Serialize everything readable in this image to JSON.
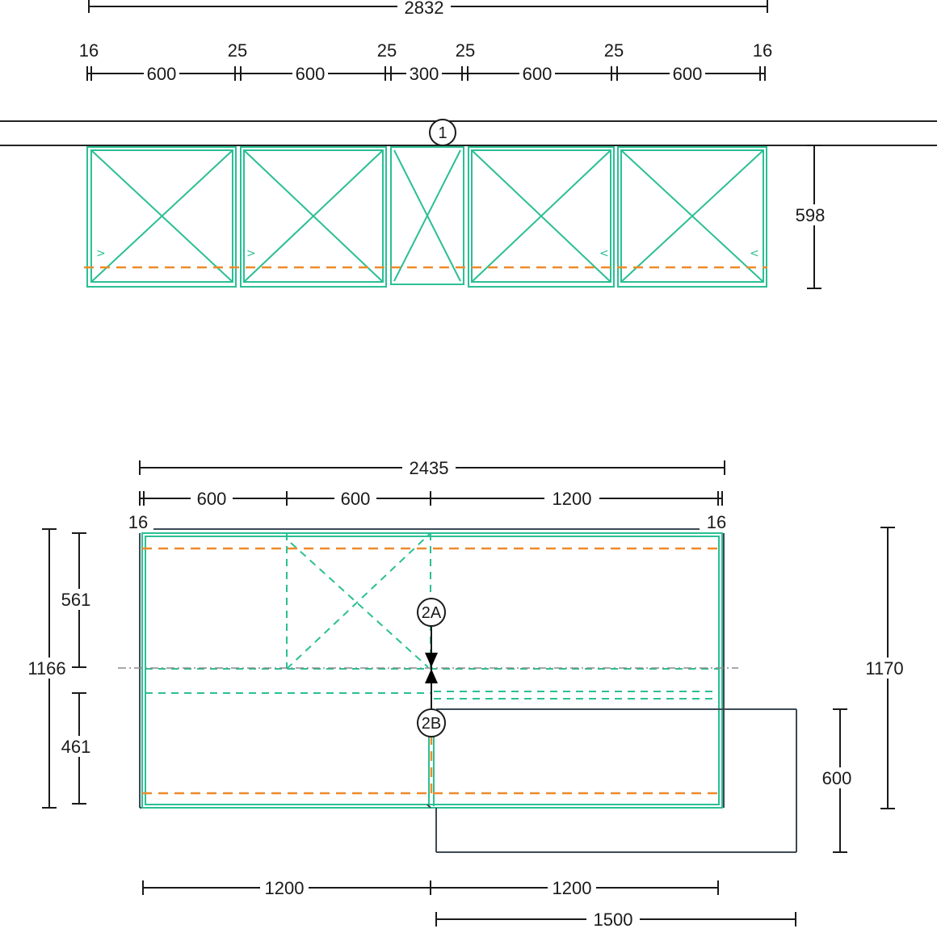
{
  "wall_view": {
    "overall_width": "2832",
    "gaps": [
      "16",
      "25",
      "25",
      "25",
      "25",
      "16"
    ],
    "units": [
      "600",
      "600",
      "300",
      "600",
      "600"
    ],
    "wall_marker": "1",
    "height": "598",
    "hinge_marks": [
      ">",
      ">",
      "<",
      "<"
    ]
  },
  "island_view": {
    "overall_width": "2435",
    "top_segments": [
      "600",
      "600",
      "1200"
    ],
    "end_gaps": [
      "16",
      "16"
    ],
    "left_total": "1166",
    "left_upper": "561",
    "left_lower": "461",
    "right_total": "1170",
    "extension_depth": "600",
    "markers": [
      "2A",
      "2B"
    ],
    "bottom_segments": [
      "1200",
      "1200"
    ],
    "extension_width": "1500"
  },
  "colors": {
    "cabinet": "#2bbf94",
    "front_line": "#ee8a2a",
    "dimension": "#1a1a1a"
  }
}
